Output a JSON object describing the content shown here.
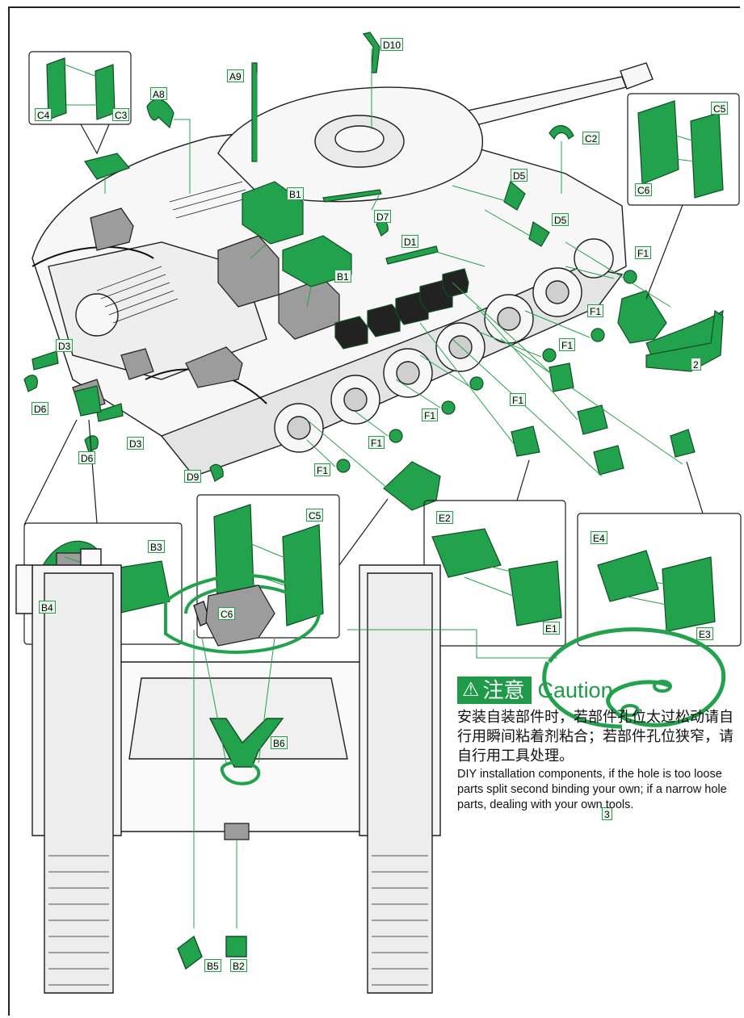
{
  "part_labels": {
    "D10": "D10",
    "A9": "A9",
    "A8": "A8",
    "C4": "C4",
    "C3": "C3",
    "C2": "C2",
    "C5_top": "C5",
    "C6_top": "C6",
    "B1_a": "B1",
    "B1_b": "B1",
    "D5_a": "D5",
    "D5_b": "D5",
    "D7": "D7",
    "D1": "D1",
    "F1_a": "F1",
    "F1_b": "F1",
    "F1_c": "F1",
    "F1_d": "F1",
    "F1_e": "F1",
    "F1_f": "F1",
    "F1_g": "F1",
    "num_2": "2",
    "D3_a": "D3",
    "D3_b": "D3",
    "D6_a": "D6",
    "D6_b": "D6",
    "D9": "D9",
    "B3": "B3",
    "B4": "B4",
    "C5_mid": "C5",
    "C6_mid": "C6",
    "E2": "E2",
    "E1": "E1",
    "E4": "E4",
    "E3": "E3",
    "B6": "B6",
    "B5": "B5",
    "B2": "B2",
    "num_3": "3"
  },
  "caution": {
    "icon": "warning-triangle-icon",
    "cn_title": "注意",
    "en_title": "Caution",
    "cn_text": "安装自装部件时，若部件孔位太过松动请自行用瞬间粘着剂粘合；若部件孔位狭窄，请自行用工具处理。",
    "en_text": "DIY installation components, if the hole is too loose parts split second binding your own; if a narrow hole parts, dealing with your own tools."
  },
  "colors": {
    "part_green": "#23a24d",
    "dark_green": "#0f6e2f",
    "line": "#1d1d1d",
    "tank_fill": "#f7f7f7"
  }
}
